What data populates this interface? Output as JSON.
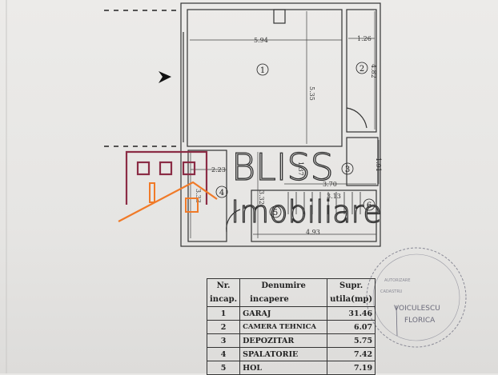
{
  "floor_plan": {
    "dimensions": {
      "room1_width": "5.94",
      "room2_width": "1.26",
      "room1_height": "5.35",
      "room2_height": "4.82",
      "room4_width": "2.23",
      "stair_offset": "1.37",
      "room3_height": "1.91",
      "room3_width": "3.70",
      "stair_width": "3.13",
      "room4_height": "3.33",
      "room5_height": "3.32",
      "room5_width": "4.93"
    },
    "room_numbers": [
      "1",
      "2",
      "3",
      "4",
      "5",
      "6"
    ]
  },
  "watermark": {
    "brand_line1": "BLISS",
    "brand_line2": "Imobiliare",
    "colors": {
      "house": "#8b2c45",
      "roof": "#f07a28"
    }
  },
  "table": {
    "headers": [
      [
        "Nr.",
        "incap."
      ],
      [
        "Denumire",
        "incapere"
      ],
      [
        "Supr.",
        "utila(mp)"
      ]
    ],
    "rows": [
      {
        "nr": "1",
        "name": "GARAJ",
        "area": "31.46"
      },
      {
        "nr": "2",
        "name": "CAMERA TEHNICA",
        "area": "6.07"
      },
      {
        "nr": "3",
        "name": "DEPOZITAR",
        "area": "5.75"
      },
      {
        "nr": "4",
        "name": "SPALATORIE",
        "area": "7.42"
      },
      {
        "nr": "5",
        "name": "HOL",
        "area": "7.19"
      }
    ]
  },
  "stamp": {
    "name_line1": "VOICULESCU",
    "name_line2": "FLORICA"
  }
}
